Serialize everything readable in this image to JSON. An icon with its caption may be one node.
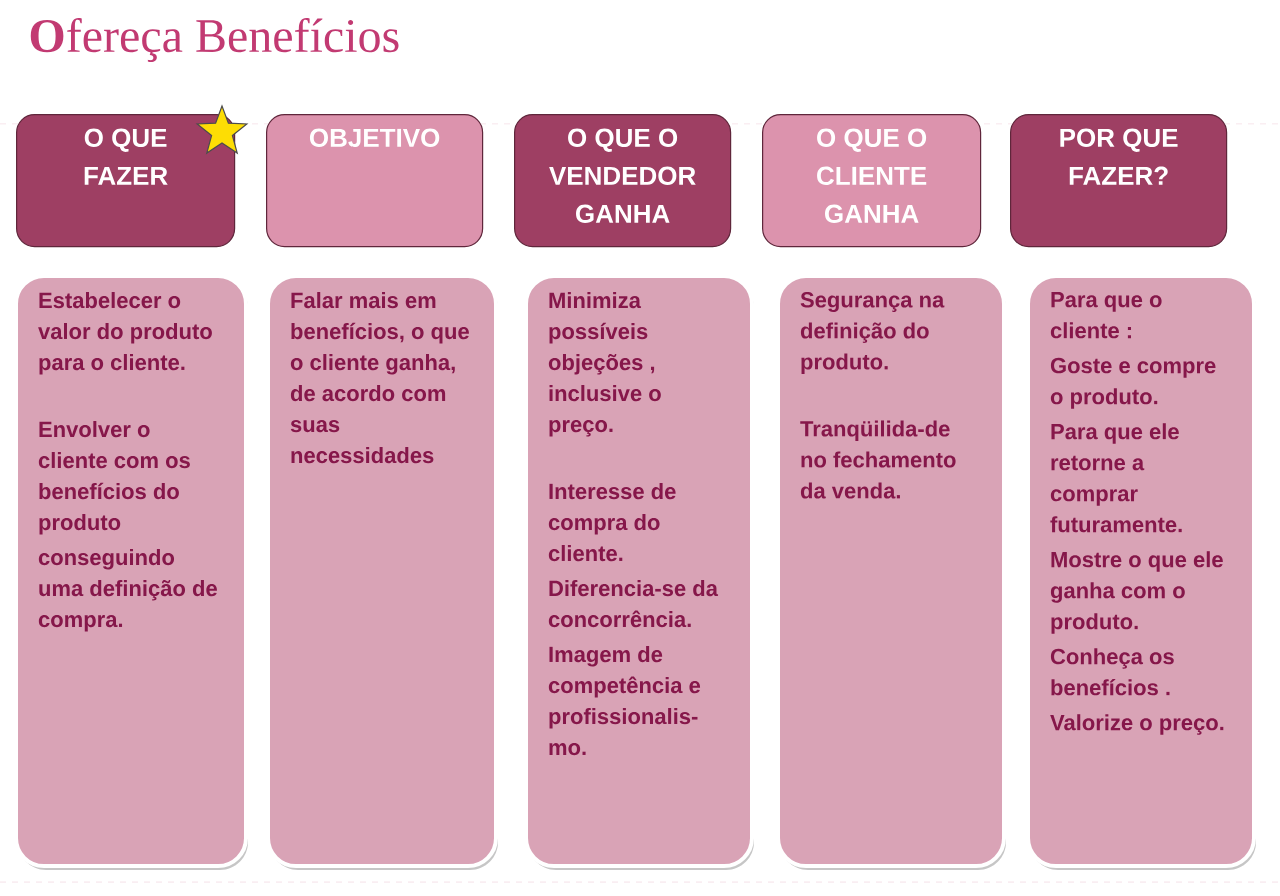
{
  "diagram": {
    "title": "**O**fereça Benefícios",
    "nodes": [
      {
        "text": [
          "O QUE FAZER"
        ]
      },
      {
        "text": [
          "OBJETIVO"
        ]
      },
      {
        "text": [
          "O QUE O VENDEDOR GANHA"
        ]
      },
      {
        "text": [
          "O QUE O CLIENTE GANHA"
        ]
      },
      {
        "text": [
          "POR QUE FAZER?"
        ]
      },
      {
        "text": [
          "Estabelecer o valor do produto para o cliente.",
          "Envolver o cliente com os benefícios do produto",
          "conseguindo uma definição de compra."
        ]
      },
      {
        "text": [
          "Falar mais em benefícios, o que o cliente ganha, de acordo com suas necessidades"
        ]
      },
      {
        "text": [
          "Minimiza possíveis objeções , inclusive o preço.",
          "Interesse de compra do cliente.",
          "Diferencia-se da concorrência.",
          "Imagem de competência e profissionalis-mo."
        ]
      },
      {
        "text": [
          "Segurança na definição do produto.",
          "Tranqüilida-de no fechamento da venda."
        ]
      },
      {
        "text": [
          "Para que o cliente :",
          "Goste e compre o produto.",
          "Para que ele retorne a comprar futuramente.",
          "Mostre o que ele ganha com o produto.",
          "Conheça os benefícios .",
          "Valorize o preço."
        ]
      }
    ]
  }
}
